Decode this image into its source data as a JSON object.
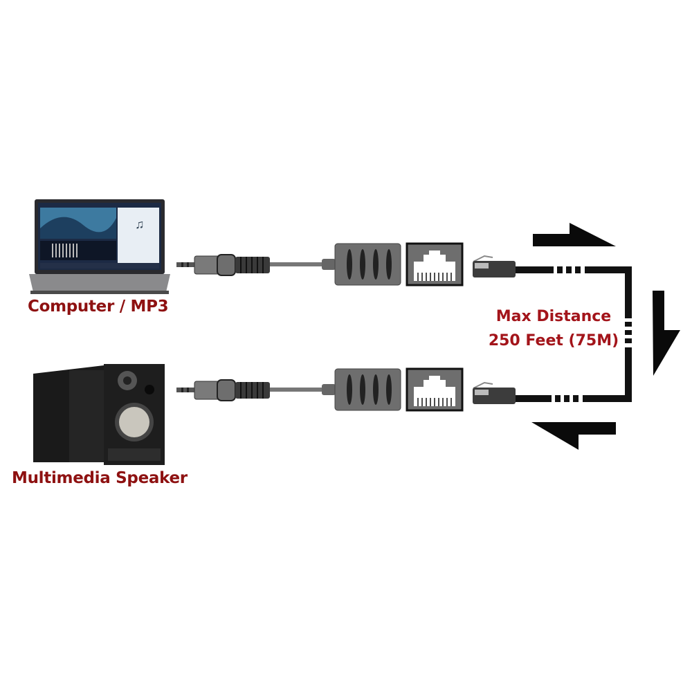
{
  "labels": {
    "source": "Computer / MP3",
    "destination": "Multimedia Speaker",
    "distance_line1": "Max Distance",
    "distance_line2": "250 Feet (75M)"
  },
  "colors": {
    "label_red": "#8e1111",
    "adapter_gray": "#6e6e6e",
    "cable_black": "#111111"
  }
}
